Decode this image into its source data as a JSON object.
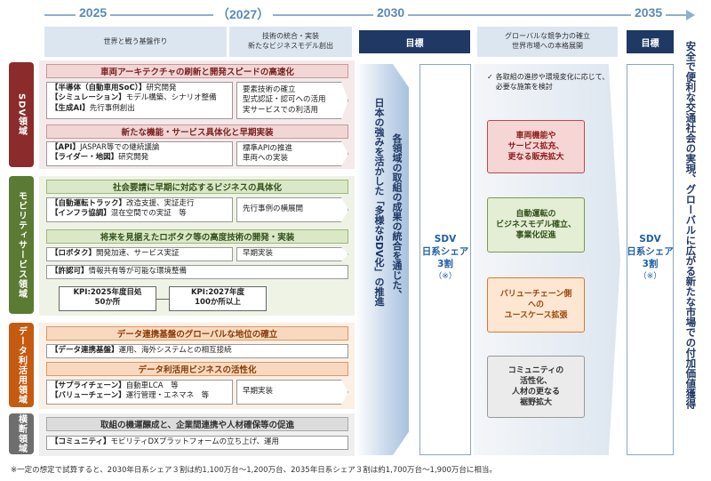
{
  "timeline": {
    "years": [
      "2025",
      "（2027）",
      "2030",
      "2035"
    ],
    "phases": [
      "世界と戦う基盤作り",
      "技術の統合・実装\n新たなビジネスモデル創出",
      "グローバルな競争力の確立\n世界市場への本格展開"
    ],
    "goal_label": "目標"
  },
  "colors": {
    "sdv": "#8b2b2b",
    "mobility": "#5b7a33",
    "data": "#c55a11",
    "cross": "#6e6e6e",
    "goal": "#1f3864",
    "share": "#1f5fa8"
  },
  "sdv": {
    "label": "SDV領域",
    "head1": "車両アーキテクチャの刷新と開発スピードの高速化",
    "items1": [
      {
        "key": "【半導体（自動車用SoC）】",
        "text": "研究開発"
      },
      {
        "key": "【シミュレーション】",
        "text": "モデル構築、シナリオ整備"
      },
      {
        "key": "【生成AI】",
        "text": "先行事例創出"
      }
    ],
    "chev1": [
      "要素技術の確立",
      "型式認証・認可への活用",
      "実サービスでの利活用"
    ],
    "head2": "新たな機能・サービス具体化と早期実装",
    "items2": [
      {
        "key": "【API】",
        "text": "JASPAR等での継続議論"
      },
      {
        "key": "【ライダー・地図】",
        "text": "研究開発"
      }
    ],
    "chev2": [
      "標準APIの推進",
      "車両への実装"
    ]
  },
  "mobility": {
    "label": "モビリティサービス領域",
    "head1": "社会要請に早期に対応するビジネスの具体化",
    "items1": [
      {
        "key": "【自動運転トラック】",
        "text": "改造支援、実証走行"
      },
      {
        "key": "【インフラ協調】",
        "text": "混在空間での実証　等"
      }
    ],
    "chev1": "先行事例の横展開",
    "head2": "将来を見据えたロボタク等の高度技術の開発・実装",
    "item2a": {
      "key": "【ロボタク】",
      "text": "開発加速、サービス実証"
    },
    "chev2": "早期実装",
    "item2b": {
      "key": "【許認可】",
      "text": "情報共有等が可能な環境整備"
    },
    "kpi1": "KPI:2025年度目処\n50か所",
    "kpi2": "KPI:2027年度\n100か所以上"
  },
  "data_area": {
    "label": "データ利活用領域",
    "head1": "データ連携基盤のグローバルな地位の確立",
    "item1": {
      "key": "【データ連携基盤】",
      "text": "運用、海外システムとの相互接続"
    },
    "head2": "データ利活用ビジネスの活性化",
    "items2": [
      {
        "key": "【サプライチェーン】",
        "text": "自動車LCA　等"
      },
      {
        "key": "【バリューチェーン】",
        "text": "運行管理・エネマネ　等"
      }
    ],
    "chev2": "早期実装"
  },
  "cross": {
    "label": "横断領域",
    "head": "取組の機運醸成と、企業間連携や人材確保等の促進",
    "item": {
      "key": "【コミュニティ】",
      "text": "モビリティDXプラットフォームの立ち上げ、運用"
    }
  },
  "integration": {
    "line1": "各領域の取組の成果の統合を通じた、",
    "line2": "日本の強みを活かした「多様なSDV化」の推進"
  },
  "target2030": {
    "line1": "SDV",
    "line2": "日系シェア",
    "line3": "3割",
    "note": "（※）"
  },
  "growth": {
    "check": "✓",
    "check_text": "各取組の進捗や環境変化に応じて、必要な施策を検討",
    "outcomes": [
      "車両機能や\nサービス拡充、\n更なる販売拡大",
      "自動運転の\nビジネスモデル確立、\n事業化促進",
      "バリューチェーン側\nへの\nユースケース拡張",
      "コミュニティの\n活性化、\n人材の更なる\n裾野拡大"
    ]
  },
  "target2035": {
    "line1": "SDV",
    "line2": "日系シェア",
    "line3": "3割",
    "note": "（※）"
  },
  "vision": "安全で便利な交通社会の実現、グローバルに広がる新たな市場での付加価値獲得",
  "footnote": "※一定の想定で試算すると、2030年日系シェア３割は約1,100万台～1,200万台、2035年日系シェア３割は約1,700万台～1,900万台に相当。"
}
